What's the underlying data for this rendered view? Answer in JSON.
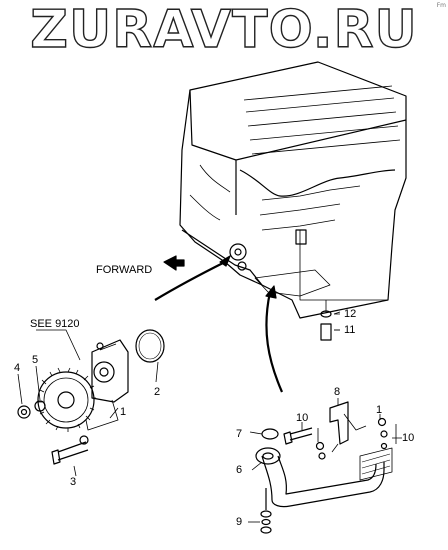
{
  "watermark": "ZURAVTO.RU",
  "corner_code": "Fm",
  "labels": {
    "forward": "FORWARD",
    "see_ref": "SEE 9120",
    "callouts": [
      "1",
      "2",
      "3",
      "4",
      "5",
      "6",
      "7",
      "8",
      "9",
      "10",
      "11",
      "12"
    ]
  }
}
